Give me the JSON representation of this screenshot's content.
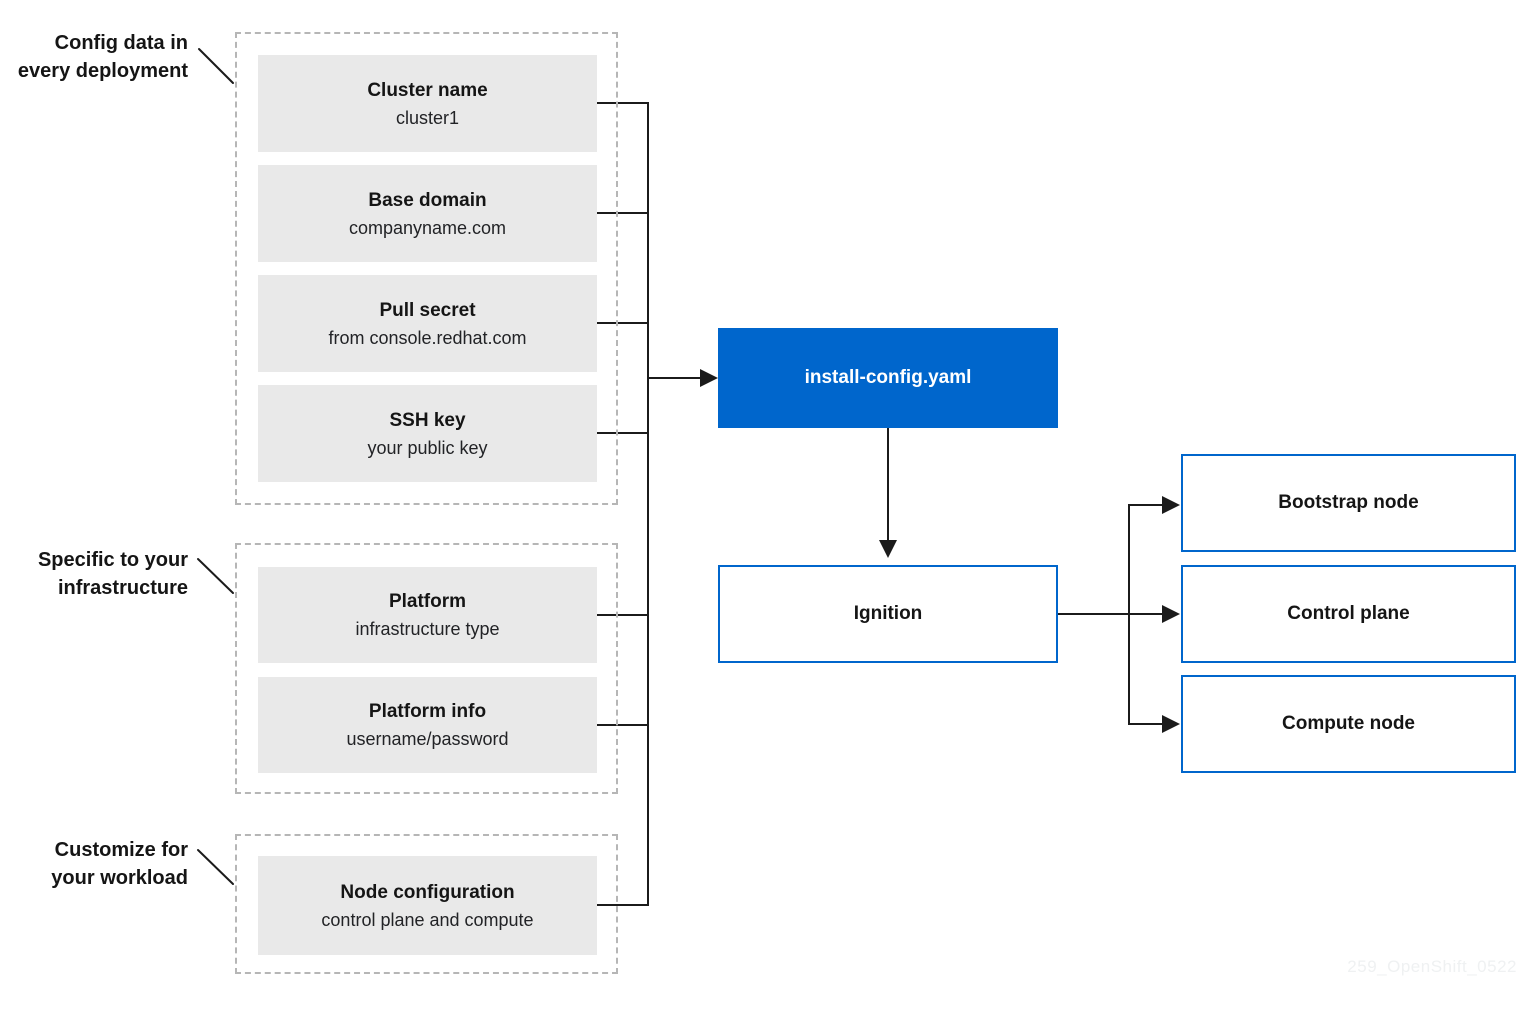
{
  "colors": {
    "accent_blue": "#0066cc",
    "gray_box_fill": "#e9e9e9",
    "dashed_border": "#b6b6b6",
    "line_black": "#1b1b1b",
    "text_ink": "#151515",
    "watermark_gray": "#eff1f2"
  },
  "groups": [
    {
      "label": [
        "Config data in",
        "every deployment"
      ],
      "boxes": [
        {
          "title": "Cluster name",
          "subtitle": "cluster1"
        },
        {
          "title": "Base domain",
          "subtitle": "companyname.com"
        },
        {
          "title": "Pull secret",
          "subtitle": "from console.redhat.com"
        },
        {
          "title": "SSH key",
          "subtitle": "your public key"
        }
      ]
    },
    {
      "label": [
        "Specific to your",
        "infrastructure"
      ],
      "boxes": [
        {
          "title": "Platform",
          "subtitle": "infrastructure type"
        },
        {
          "title": "Platform info",
          "subtitle": "username/password"
        }
      ]
    },
    {
      "label": [
        "Customize for",
        "your workload"
      ],
      "boxes": [
        {
          "title": "Node configuration",
          "subtitle": "control plane and compute"
        }
      ]
    }
  ],
  "flow_nodes": {
    "install_config": "install-config.yaml",
    "ignition": "Ignition",
    "bootstrap": "Bootstrap node",
    "control_plane": "Control plane",
    "compute": "Compute node"
  },
  "watermark": "259_OpenShift_0522"
}
